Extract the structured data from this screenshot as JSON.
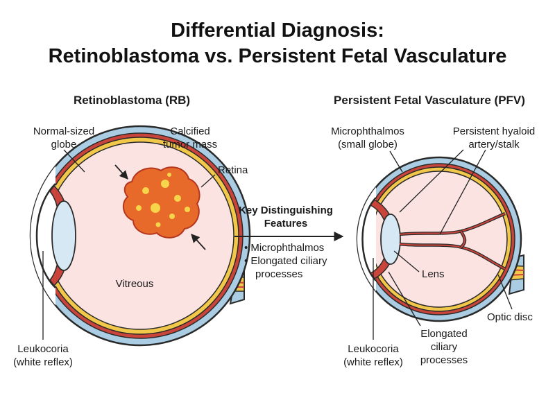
{
  "title": {
    "line1": "Differential Diagnosis:",
    "line2": "Retinoblastoma vs. Persistent Fetal Vasculature"
  },
  "left_panel": {
    "heading": "Retinoblastoma (RB)",
    "labels": {
      "globe": [
        "Normal-sized",
        "globe"
      ],
      "tumor": [
        "Calcified",
        "tumor mass"
      ],
      "retina": "Retina",
      "vitreous": "Vitreous",
      "leukocoria": [
        "Leukocoria",
        "(white reflex)"
      ]
    }
  },
  "right_panel": {
    "heading": "Persistent Fetal Vasculature (PFV)",
    "labels": {
      "microphthalmos": [
        "Microphthalmos",
        "(small globe)"
      ],
      "hyaloid": [
        "Persistent hyaloid",
        "artery/stalk"
      ],
      "lens": "Lens",
      "optic_disc": "Optic disc",
      "ciliary": [
        "Elongated",
        "ciliary",
        "processes"
      ],
      "leukocoria": [
        "Leukocoria",
        "(white reflex)"
      ]
    }
  },
  "key_features": {
    "heading": [
      "Key Distinguishing",
      "Features"
    ],
    "bullets": [
      "• Microphthalmos",
      "• Elongated ciliary",
      "processes"
    ]
  },
  "colors": {
    "sclera": "#aacde3",
    "sclera_outline": "#2a2a2a",
    "choroid": "#c9453b",
    "retina": "#f2c84a",
    "vitreous": "#fbe3e1",
    "lens": "#d5e8f4",
    "tumor": "#e86a2b",
    "tumor_spot": "#f7d54a",
    "vessel": "#c9453b",
    "arrow": "#222222"
  }
}
